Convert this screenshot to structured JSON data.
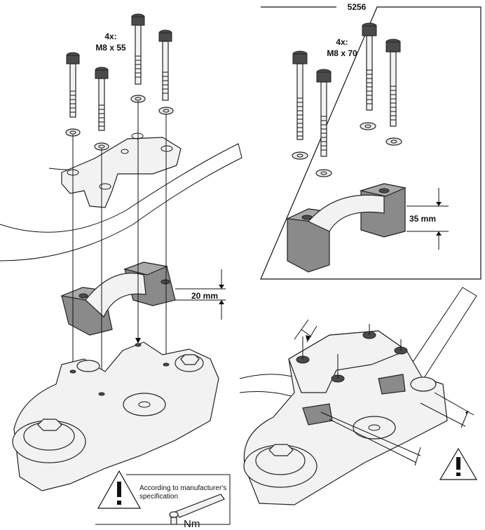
{
  "main_kit": {
    "bolts_label_qty": "4x:",
    "bolts_label_size": "M8 x 55",
    "riser_height": "20 mm"
  },
  "inset_kit": {
    "part_number": "5256",
    "bolts_label_qty": "4x:",
    "bolts_label_size": "M8 x 70",
    "riser_height": "35 mm"
  },
  "torque_note": {
    "text_line1": "According to manufacturer's",
    "text_line2": "specification",
    "unit": "Nm"
  }
}
